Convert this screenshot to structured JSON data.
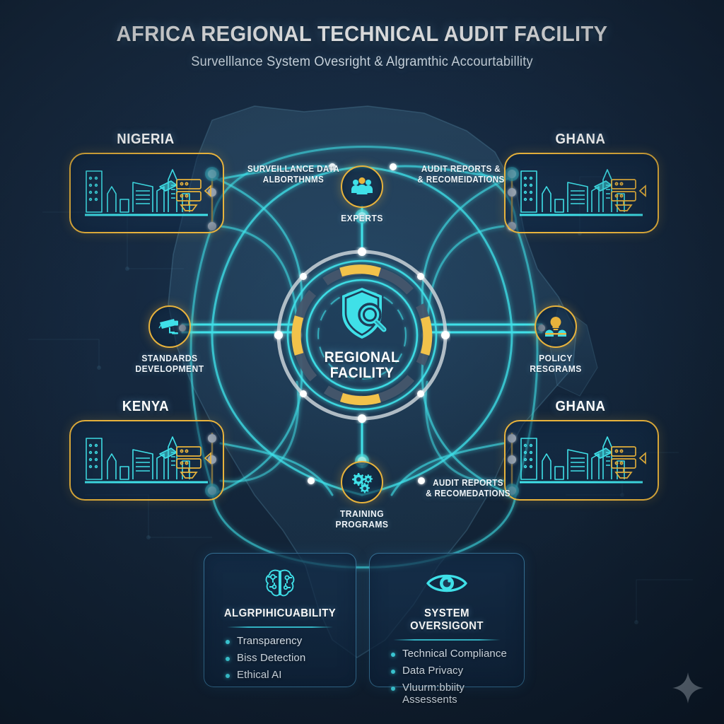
{
  "header": {
    "title": "AFRICA REGIONAL TECHNICAL AUDIT FACILITY",
    "subtitle": "Survelllance System Ovesright & Algramthic Accourtabillity"
  },
  "hub": {
    "label_line1": "REGIONAL",
    "label_line2": "FACILITY",
    "icon": "shield-magnifier-icon"
  },
  "countries": [
    {
      "id": "nigeria-top-left",
      "label": "NIGERIA",
      "icon": "city-skyline-server-icon"
    },
    {
      "id": "ghana-top-right",
      "label": "GHANA",
      "icon": "city-skyline-server-icon"
    },
    {
      "id": "kenya-bottom-left",
      "label": "KENYA",
      "icon": "city-skyline-server-icon"
    },
    {
      "id": "ghana-bottom-right",
      "label": "GHANA",
      "icon": "city-skyline-server-icon"
    }
  ],
  "satellites": [
    {
      "id": "experts",
      "label_line1": "EXPERTS",
      "label_line2": "",
      "icon": "people-group-icon"
    },
    {
      "id": "standards",
      "label_line1": "STANDARDS",
      "label_line2": "DEVELOPMENT",
      "icon": "cctv-camera-icon"
    },
    {
      "id": "policy",
      "label_line1": "POLICY",
      "label_line2": "RESGRAMS",
      "icon": "lightbulb-people-icon"
    },
    {
      "id": "training",
      "label_line1": "TRAINING",
      "label_line2": "PROGRAMS",
      "icon": "gears-icon"
    }
  ],
  "connector_labels": [
    {
      "id": "surveillance-data",
      "line1": "SURVEILLANCE DATA",
      "line2": "ALBORTHNMS"
    },
    {
      "id": "audit-reports-top",
      "line1": "AUDIT REPORTS &",
      "line2": "& RECOMEIDATIONS"
    },
    {
      "id": "audit-reports-bottom",
      "line1": "AUDIT REPORTS",
      "line2": "& RECOMEDATIONS"
    }
  ],
  "panels": [
    {
      "id": "algorithmic-accountability",
      "icon": "brain-circuit-icon",
      "title": "ALGRPIHICUABILITY",
      "items": [
        "Transparency",
        "Biss Detection",
        "Ethical AI"
      ]
    },
    {
      "id": "system-oversight",
      "icon": "eye-icon",
      "title": "SYSTEM OVERSIGONT",
      "items": [
        "Technical Compliance",
        "Data Privacy",
        "Vluurm:bbiity Assessents"
      ]
    }
  ],
  "watermark": {
    "icon": "sparkle-icon"
  },
  "colors": {
    "background_dark": "#0e1b2b",
    "background_mid": "#16283e",
    "accent_gold": "#e8b33c",
    "accent_cyan": "#3fe0e8",
    "text_primary": "#ffffff",
    "text_secondary": "#dbe7f2",
    "ring_gray": "#5a7391"
  }
}
